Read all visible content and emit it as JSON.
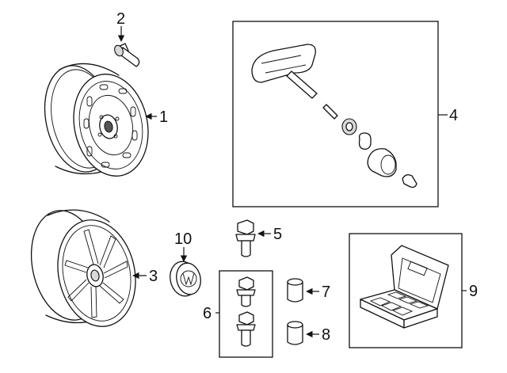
{
  "callouts": {
    "c1": "1",
    "c2": "2",
    "c3": "3",
    "c4": "4",
    "c5": "5",
    "c6": "6",
    "c7": "7",
    "c8": "8",
    "c9": "9",
    "c10": "10"
  },
  "parts": [
    {
      "callout": "1",
      "icon": "steel-wheel-icon"
    },
    {
      "callout": "2",
      "icon": "valve-stem-icon"
    },
    {
      "callout": "3",
      "icon": "alloy-wheel-icon"
    },
    {
      "callout": "4",
      "icon": "tpms-sensor-kit-icon"
    },
    {
      "callout": "5",
      "icon": "lug-bolt-icon"
    },
    {
      "callout": "6",
      "icon": "bolt-set-icon"
    },
    {
      "callout": "7",
      "icon": "bolt-cap-icon"
    },
    {
      "callout": "8",
      "icon": "bolt-cap-icon"
    },
    {
      "callout": "9",
      "icon": "tool-case-icon"
    },
    {
      "callout": "10",
      "icon": "center-cap-icon"
    }
  ]
}
